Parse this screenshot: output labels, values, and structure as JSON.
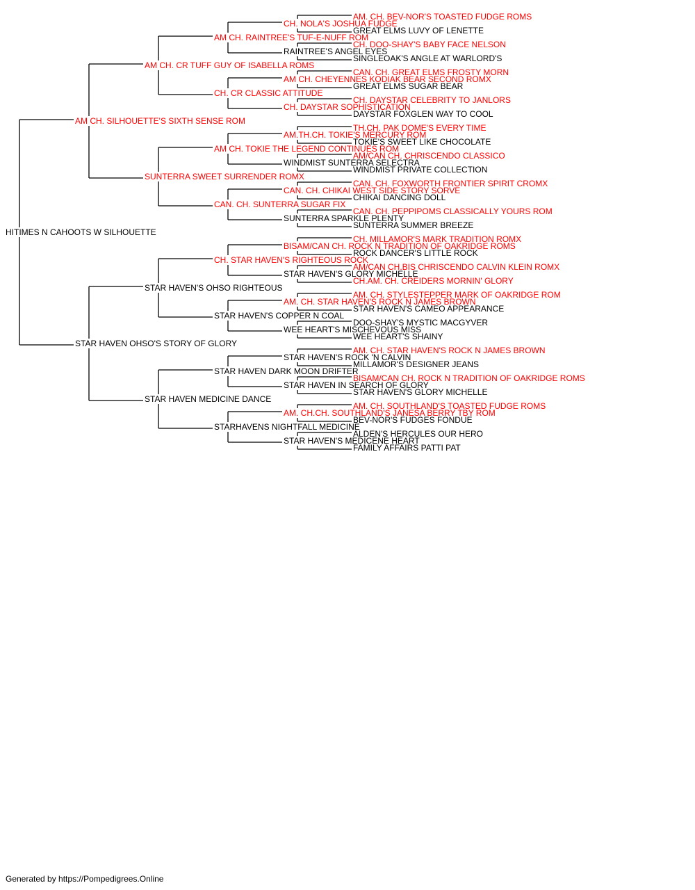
{
  "colors": {
    "titled": "#ff0000",
    "plain": "#000000",
    "line": "#000000"
  },
  "pedigree": {
    "name": "HITIMES N CAHOOTS W SILHOUETTE",
    "titled": false,
    "sire": {
      "name": "AM CH. SILHOUETTE'S SIXTH SENSE ROM",
      "titled": true,
      "sire": {
        "name": "AM CH. CR TUFF GUY OF ISABELLA ROMS",
        "titled": true,
        "sire": {
          "name": "AM CH. RAINTREE'S TUF-E-NUFF ROM",
          "titled": true,
          "sire": {
            "name": "CH. NOLA'S JOSHUA FUDGE",
            "titled": true,
            "sire": {
              "name": "AM. CH. BEV-NOR'S TOASTED FUDGE ROMS",
              "titled": true
            },
            "dam": {
              "name": "GREAT ELMS LUVY OF LENETTE",
              "titled": false
            }
          },
          "dam": {
            "name": "RAINTREE'S ANGEL EYES",
            "titled": false,
            "sire": {
              "name": "CH. DOO-SHAY'S BABY FACE NELSON",
              "titled": true
            },
            "dam": {
              "name": "SINGLEOAK'S ANGLE AT WARLORD'S",
              "titled": false
            }
          }
        },
        "dam": {
          "name": "CH. CR CLASSIC ATTITUDE",
          "titled": true,
          "sire": {
            "name": "AM CH. CHEYENNES KODIAK BEAR SECOND ROMX",
            "titled": true,
            "sire": {
              "name": "CAN. CH. GREAT ELMS FROSTY MORN",
              "titled": true
            },
            "dam": {
              "name": "GREAT ELMS SUGAR BEAR",
              "titled": false
            }
          },
          "dam": {
            "name": "CH. DAYSTAR SOPHISTICATION",
            "titled": true,
            "sire": {
              "name": "CH. DAYSTAR CELEBRITY TO JANLORS",
              "titled": true
            },
            "dam": {
              "name": "DAYSTAR FOXGLEN WAY TO COOL",
              "titled": false
            }
          }
        }
      },
      "dam": {
        "name": "SUNTERRA SWEET SURRENDER ROMX",
        "titled": true,
        "sire": {
          "name": "AM CH. TOKIE THE LEGEND CONTINUES ROM",
          "titled": true,
          "sire": {
            "name": "AM.TH.CH. TOKIE'S MERCURY ROM",
            "titled": true,
            "sire": {
              "name": "TH.CH. PAK DOME'S EVERY TIME",
              "titled": true
            },
            "dam": {
              "name": "TOKIE'S SWEET LIKE CHOCOLATE",
              "titled": false
            }
          },
          "dam": {
            "name": "WINDMIST SUNTERRA SELECTRA",
            "titled": false,
            "sire": {
              "name": "AM/CAN CH. CHRISCENDO CLASSICO",
              "titled": true
            },
            "dam": {
              "name": "WINDMIST PRIVATE COLLECTION",
              "titled": false
            }
          }
        },
        "dam": {
          "name": "CAN. CH. SUNTERRA SUGAR FIX",
          "titled": true,
          "sire": {
            "name": "CAN. CH. CHIKAI WEST SIDE STORY SORVE",
            "titled": true,
            "sire": {
              "name": "CAN. CH. FOXWORTH FRONTIER SPIRIT CROMX",
              "titled": true
            },
            "dam": {
              "name": "CHIKAI DANCING DOLL",
              "titled": false
            }
          },
          "dam": {
            "name": "SUNTERRA SPARKLE PLENTY",
            "titled": false,
            "sire": {
              "name": "CAN. CH. PEPPIPOMS CLASSICALLY YOURS ROM",
              "titled": true
            },
            "dam": {
              "name": "SUNTERRA SUMMER BREEZE",
              "titled": false
            }
          }
        }
      }
    },
    "dam": {
      "name": "STAR HAVEN OHSO'S STORY OF GLORY",
      "titled": false,
      "sire": {
        "name": "STAR HAVEN'S OHSO RIGHTEOUS",
        "titled": false,
        "sire": {
          "name": "CH. STAR HAVEN'S RIGHTEOUS ROCK",
          "titled": true,
          "sire": {
            "name": "BISAM/CAN CH. ROCK N TRADITION OF OAKRIDGE ROMS",
            "titled": true,
            "sire": {
              "name": "CH. MILLAMOR'S MARK TRADITION ROMX",
              "titled": true
            },
            "dam": {
              "name": "ROCK DANCER'S LITTLE ROCK",
              "titled": false
            }
          },
          "dam": {
            "name": "STAR HAVEN'S GLORY MICHELLE",
            "titled": false,
            "sire": {
              "name": "AM/CAN CH.BIS CHRISCENDO CALVIN KLEIN ROMX",
              "titled": true
            },
            "dam": {
              "name": "CH.AM. CH. CREIDERS MORNIN' GLORY",
              "titled": true
            }
          }
        },
        "dam": {
          "name": "STAR HAVEN'S COPPER N COAL",
          "titled": false,
          "sire": {
            "name": "AM. CH. STAR HAVEN'S ROCK N JAMES BROWN",
            "titled": true,
            "sire": {
              "name": "AM. CH. STYLESTEPPER MARK OF OAKRIDGE ROM",
              "titled": true
            },
            "dam": {
              "name": "STAR HAVEN'S CAMEO APPEARANCE",
              "titled": false
            }
          },
          "dam": {
            "name": "WEE HEART'S MISCHEVOUS MISS",
            "titled": false,
            "sire": {
              "name": "DOO-SHAY'S MYSTIC MACGYVER",
              "titled": false
            },
            "dam": {
              "name": "WEE HEART'S SHAINY",
              "titled": false
            }
          }
        }
      },
      "dam": {
        "name": "STAR HAVEN MEDICINE DANCE",
        "titled": false,
        "sire": {
          "name": "STAR HAVEN DARK MOON DRIFTER",
          "titled": false,
          "sire": {
            "name": "STAR HAVEN'S ROCK 'N CALVIN",
            "titled": false,
            "sire": {
              "name": "AM. CH. STAR HAVEN'S ROCK N JAMES BROWN",
              "titled": true
            },
            "dam": {
              "name": "MILLAMOR'S DESIGNER JEANS",
              "titled": false
            }
          },
          "dam": {
            "name": "STAR HAVEN IN SEARCH OF GLORY",
            "titled": false,
            "sire": {
              "name": "BISAM/CAN CH. ROCK N TRADITION OF OAKRIDGE ROMS",
              "titled": true
            },
            "dam": {
              "name": "STAR HAVEN'S GLORY MICHELLE",
              "titled": false
            }
          }
        },
        "dam": {
          "name": "STARHAVENS NIGHTFALL MEDICINE",
          "titled": false,
          "sire": {
            "name": "AM. CH.CH. SOUTHLAND'S JANESA BERRY TBY ROM",
            "titled": true,
            "sire": {
              "name": "AM. CH. SOUTHLAND'S TOASTED FUDGE ROMS",
              "titled": true
            },
            "dam": {
              "name": "BEV-NOR'S FUDGES FONDUE",
              "titled": false
            }
          },
          "dam": {
            "name": "STAR HAVEN'S MEDICENE HEART",
            "titled": false,
            "sire": {
              "name": "ALDEN'S HERCULES OUR HERO",
              "titled": false
            },
            "dam": {
              "name": "FAMILY AFFAIRS PATTI PAT",
              "titled": false
            }
          }
        }
      }
    }
  },
  "footer": {
    "text": "Generated by https://Pompedigrees.Online"
  }
}
